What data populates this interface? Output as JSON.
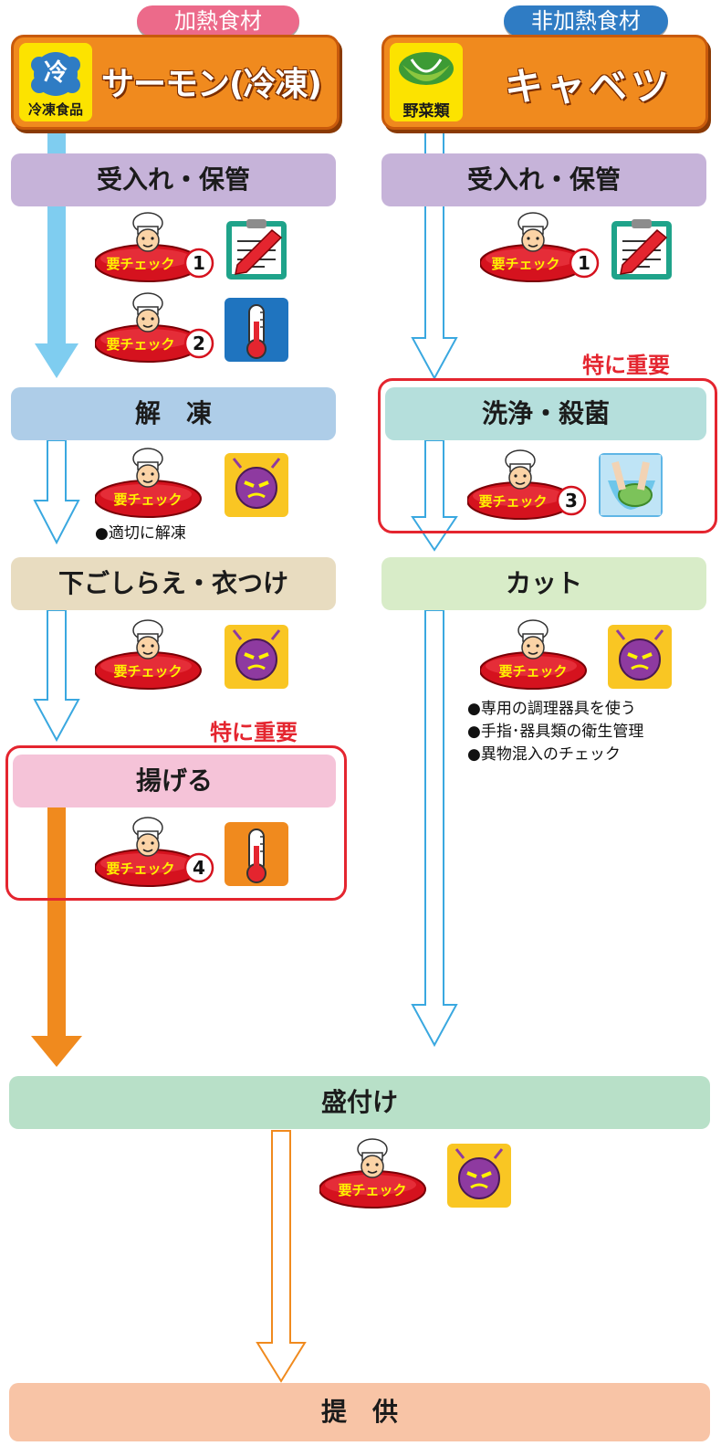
{
  "salmon": {
    "category_tag": "加熱食材",
    "title": "サーモン(冷凍)",
    "badge_kanji": "冷",
    "badge_label": "冷凍食品",
    "steps": {
      "receive": "受入れ・保管",
      "thaw": "解　凍",
      "prep": "下ごしらえ・衣つけ",
      "fry": "揚げる"
    },
    "thaw_note": "●適切に解凍"
  },
  "cabbage": {
    "category_tag": "非加熱食材",
    "title": "キャベツ",
    "badge_label": "野菜類",
    "steps": {
      "receive": "受入れ・保管",
      "wash": "洗浄・殺菌",
      "cut": "カット"
    },
    "cut_notes": [
      "●専用の調理器具を使う",
      "●手指･器具類の衛生管理",
      "●異物混入のチェック"
    ]
  },
  "important_label": "特に重要",
  "check_label": "要チェック",
  "check_numbers": [
    "1",
    "2",
    "3",
    "4"
  ],
  "plating": "盛付け",
  "serve": "提　供",
  "icons": {
    "clipboard": "clipboard-pen-icon",
    "thermometer": "thermometer-icon",
    "germ": "germ-icon",
    "washing": "washing-hands-icon",
    "chef": "chef-icon",
    "cabbage": "cabbage-icon"
  },
  "colors": {
    "orange": "#f08a1e",
    "pink_tag": "#ec6a8a",
    "blue_tag": "#2f7cc4",
    "important_red": "#e4252f",
    "purple_step": "#c6b3d9",
    "blue_step": "#aecde8",
    "beige_step": "#e8dcc0",
    "pink_step": "#f5c3d8",
    "teal_step": "#b5dfdc",
    "lightgreen_step": "#d8ecc8",
    "green_step": "#b8e0c8",
    "salmon_step": "#f8c4a6"
  }
}
